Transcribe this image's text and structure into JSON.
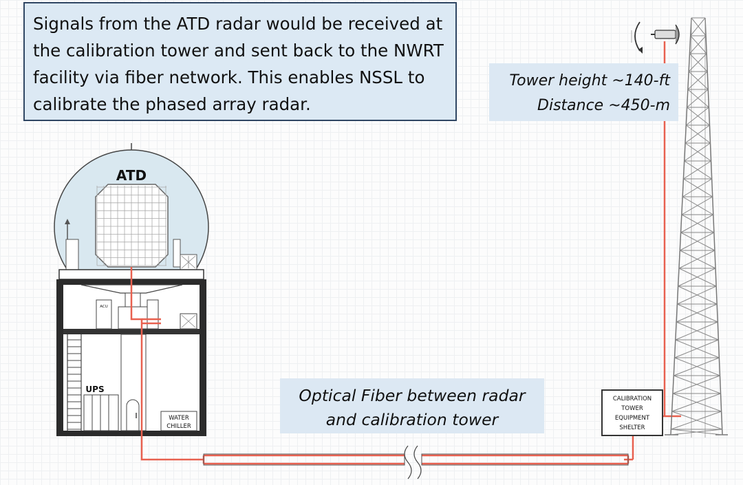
{
  "description": "Signals from the ATD radar would be received at the calibration tower and sent back to the NWRT facility via fiber network. This enables NSSL to calibrate the phased array radar.",
  "tower_info": {
    "height": "Tower height ~140-ft",
    "distance": "Distance ~450-m"
  },
  "fiber_label": {
    "line1": "Optical Fiber between radar",
    "line2": "and calibration tower"
  },
  "radar": {
    "name": "ATD",
    "acu": "ACU",
    "ups": "UPS",
    "chiller_line1": "WATER",
    "chiller_line2": "CHILLER"
  },
  "shelter": {
    "line1": "CALIBRATION",
    "line2": "TOWER",
    "line3": "EQUIPMENT",
    "line4": "SHELTER"
  },
  "colors": {
    "fiber": "#e8604f",
    "box_fill": "#dce9f4",
    "box_border": "#2f4663",
    "dome": "#d9e8f0"
  }
}
